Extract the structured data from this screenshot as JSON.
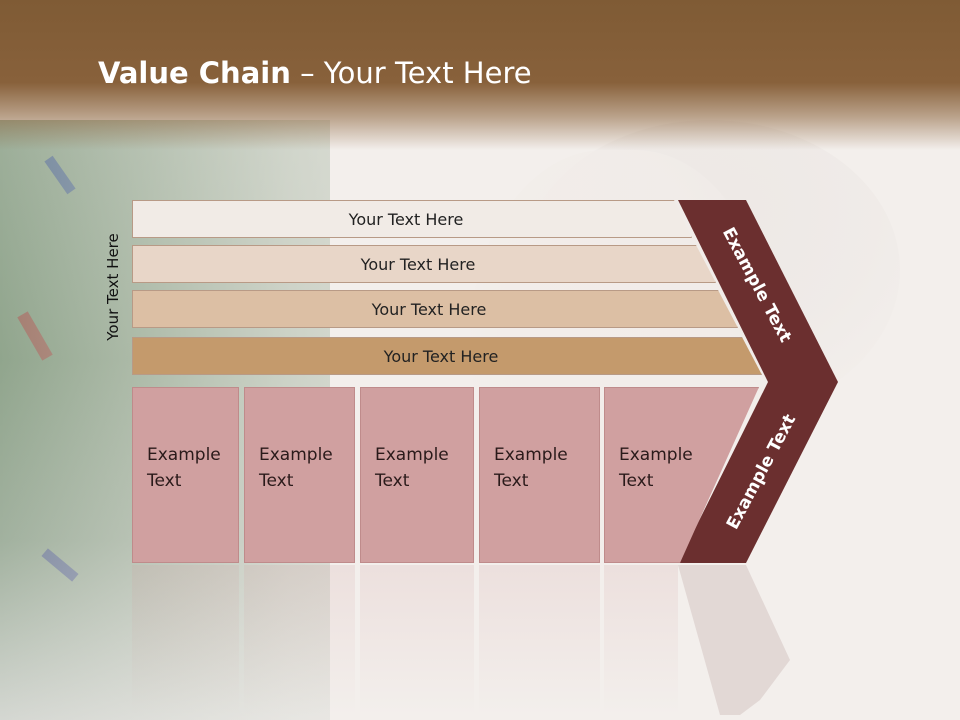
{
  "slide": {
    "title_bold": "Value Chain",
    "title_rest": " – Your Text Here"
  },
  "side_label": "Your Text Here",
  "bars": [
    {
      "label": "Your Text Here",
      "color": "#f1ebe6"
    },
    {
      "label": "Your Text Here",
      "color": "#e8d6c8"
    },
    {
      "label": "Your Text Here",
      "color": "#dcbfa4"
    },
    {
      "label": "Your Text Here",
      "color": "#c49a6c"
    }
  ],
  "columns": [
    {
      "line1": "Example",
      "line2": "Text"
    },
    {
      "line1": "Example",
      "line2": "Text"
    },
    {
      "line1": "Example",
      "line2": "Text"
    },
    {
      "line1": "Example",
      "line2": "Text"
    },
    {
      "line1": "Example",
      "line2": "Text"
    }
  ],
  "chevron": {
    "upper_label": "Example Text",
    "lower_label": "Example Text",
    "color": "#6b2f2f"
  }
}
